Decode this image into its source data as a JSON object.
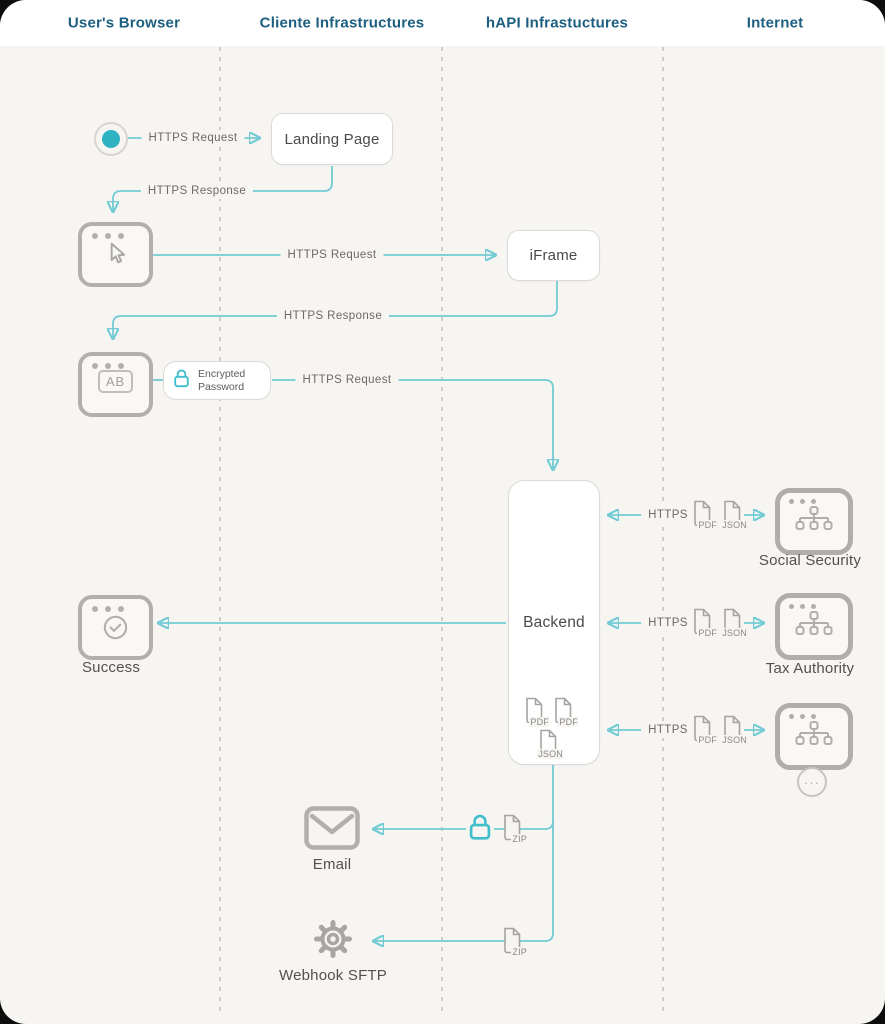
{
  "header": {
    "columns": [
      {
        "label": "User's Browser"
      },
      {
        "label": "Cliente Infrastructures"
      },
      {
        "label": "hAPI Infrastuctures"
      },
      {
        "label": "Internet"
      }
    ]
  },
  "nodes": {
    "landing_page": "Landing Page",
    "iframe": "iFrame",
    "encrypted_password": "Encrypted Password",
    "browser_ab": "AB",
    "backend": "Backend",
    "success": "Success",
    "social_security": "Social Security",
    "tax_authority": "Tax Authority",
    "other_connector": "···",
    "email": "Email",
    "webhook_sftp": "Webhook SFTP"
  },
  "edge_labels": {
    "https_request": "HTTPS Request",
    "https_response": "HTTPS Response",
    "https": "HTTPS"
  },
  "file_types": {
    "pdf": "PDF",
    "json": "JSON",
    "zip": "ZIP"
  },
  "colors": {
    "accent_teal": "#2fb3c2",
    "line_teal": "#72cbd4",
    "icon_gray": "#b2b0ac",
    "header_text": "#1d5f80",
    "background": "#f7f5f2"
  }
}
